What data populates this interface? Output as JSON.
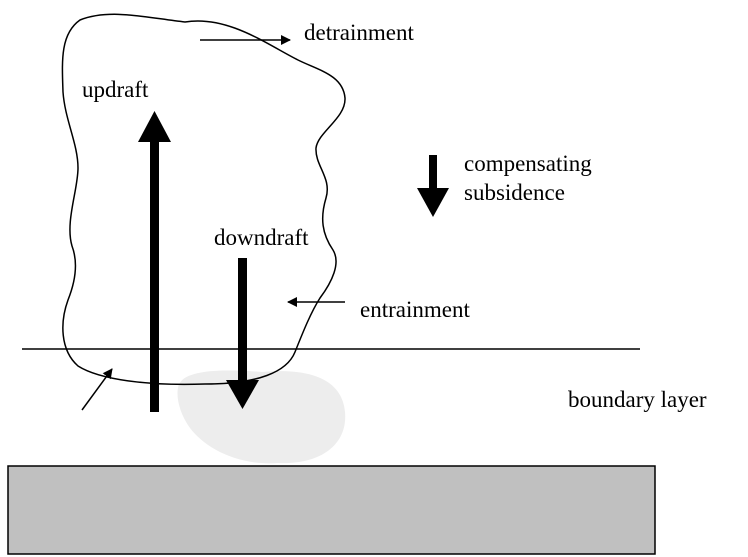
{
  "diagram": {
    "labels": {
      "detrainment": "detrainment",
      "updraft": "updraft",
      "compensating_line1": "compensating",
      "compensating_line2": "subsidence",
      "downdraft": "downdraft",
      "entrainment": "entrainment",
      "boundary_layer": "boundary layer"
    },
    "colors": {
      "ground": "#c0c0c0",
      "cold_pool": "#ededed",
      "ink": "#000000"
    }
  }
}
